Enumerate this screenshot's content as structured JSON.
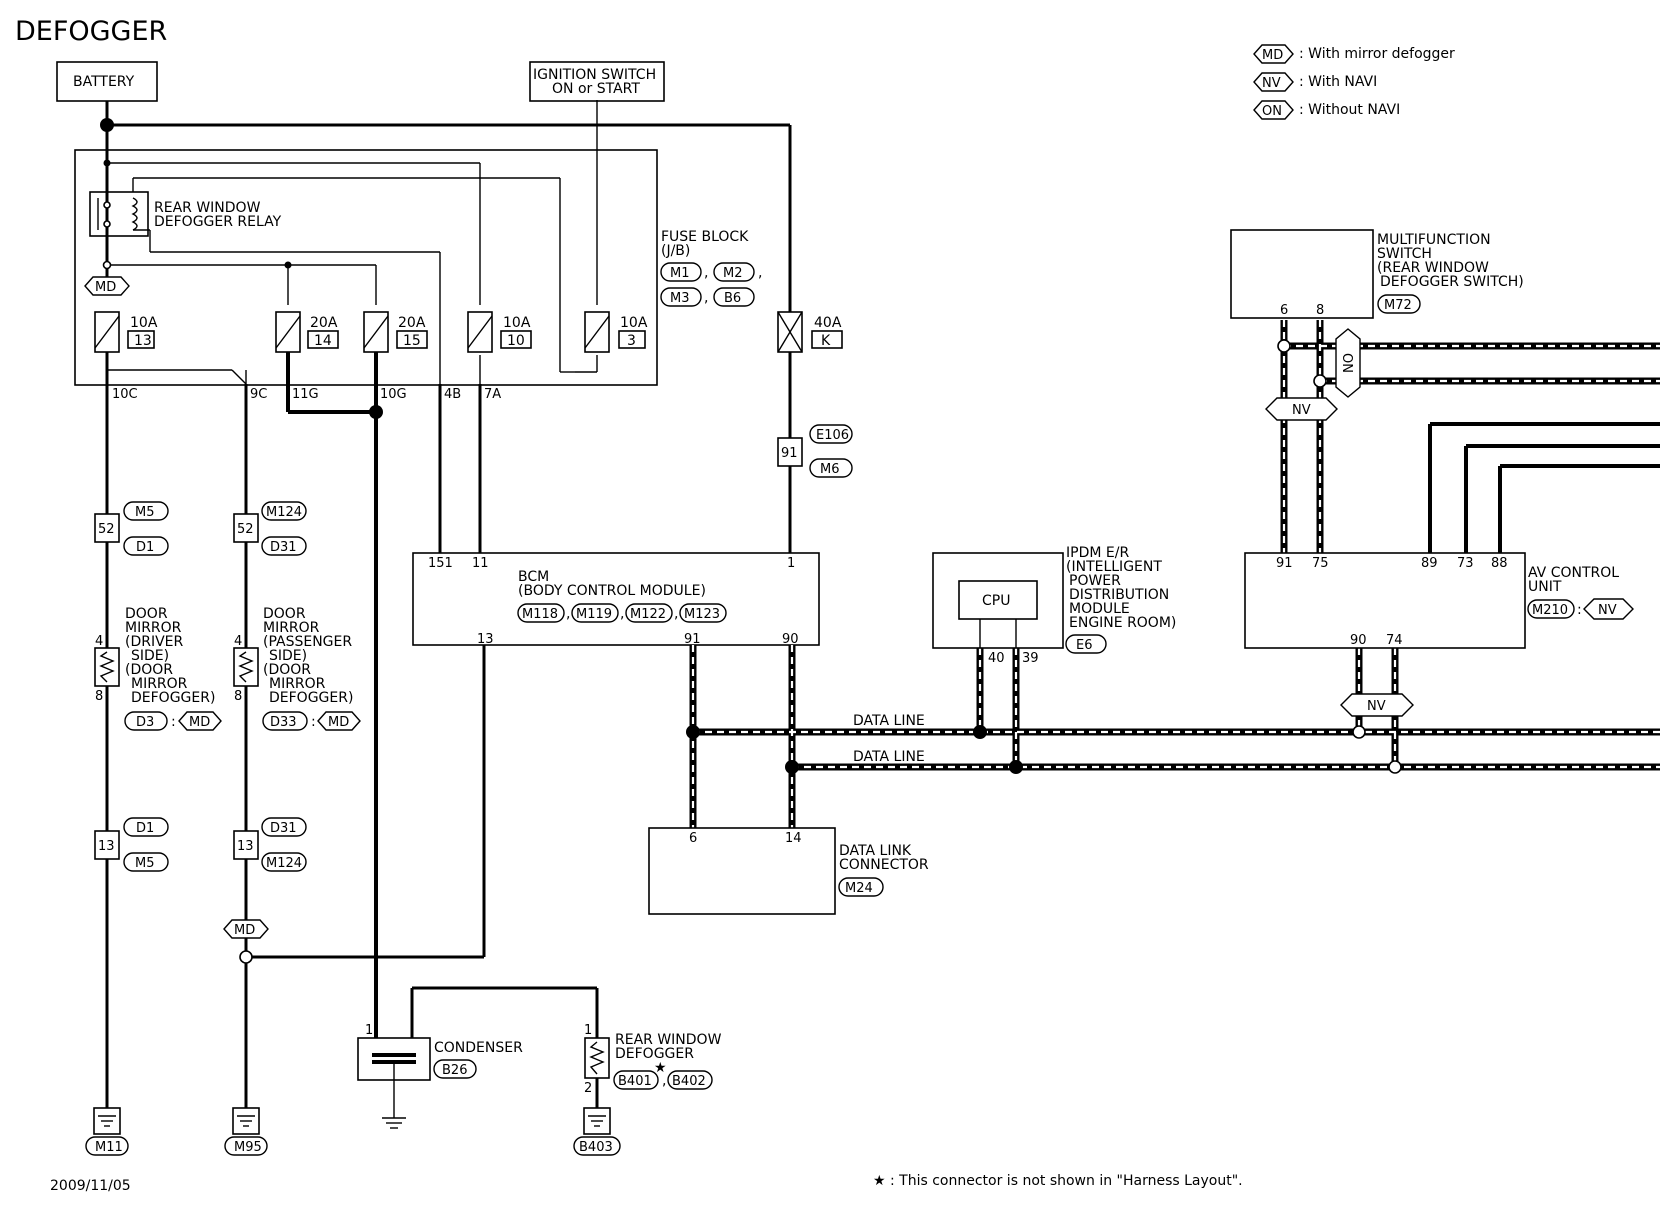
{
  "title": "DEFOGGER",
  "date": "2009/11/05",
  "footnote": "★ : This connector is not shown in \"Harness Layout\".",
  "legend": [
    {
      "code": "MD",
      "text": ": With mirror defogger"
    },
    {
      "code": "NV",
      "text": ": With NAVI"
    },
    {
      "code": "ON",
      "text": ": Without NAVI"
    }
  ],
  "battery": "BATTERY",
  "ignition": {
    "line1": "IGNITION SWITCH",
    "line2": "ON or START"
  },
  "relay": {
    "line1": "REAR WINDOW",
    "line2": "DEFOGGER RELAY"
  },
  "fuse_block": {
    "line1": "FUSE BLOCK",
    "line2": "(J/B)",
    "connectors": [
      "M1",
      "M2",
      "M3",
      "B6"
    ],
    "fuses": [
      {
        "amp": "10A",
        "num": "13"
      },
      {
        "amp": "20A",
        "num": "14"
      },
      {
        "amp": "20A",
        "num": "15"
      },
      {
        "amp": "10A",
        "num": "10"
      },
      {
        "amp": "10A",
        "num": "3"
      }
    ],
    "pins": [
      "10C",
      "9C",
      "11G",
      "10G",
      "4B",
      "7A"
    ]
  },
  "fusible_link": {
    "amp": "40A",
    "num": "K"
  },
  "e106": {
    "pin": "91",
    "top": "E106",
    "bottom": "M6"
  },
  "bcm": {
    "line1": "BCM",
    "line2": "(BODY CONTROL MODULE)",
    "connectors": [
      "M118",
      "M119",
      "M122",
      "M123"
    ],
    "pins_top": [
      "151",
      "11",
      "1"
    ],
    "pins_bottom": [
      "13",
      "91",
      "90"
    ]
  },
  "mirror_driver": {
    "lines": [
      "DOOR",
      "MIRROR",
      "(DRIVER",
      "SIDE)",
      "(DOOR",
      "MIRROR",
      "DEFOGGER)"
    ],
    "conn": "D3",
    "pin_top": "4",
    "pin_bottom": "8",
    "jc_top": {
      "pin": "52",
      "top": "M5",
      "bottom": "D1"
    },
    "jc_bottom": {
      "pin": "13",
      "top": "D1",
      "bottom": "M5"
    },
    "ground": "M11"
  },
  "mirror_pass": {
    "lines": [
      "DOOR",
      "MIRROR",
      "(PASSENGER",
      "SIDE)",
      "(DOOR",
      "MIRROR",
      "DEFOGGER)"
    ],
    "conn": "D33",
    "pin_top": "4",
    "pin_bottom": "8",
    "jc_top": {
      "pin": "52",
      "top": "M124",
      "bottom": "D31"
    },
    "jc_bottom": {
      "pin": "13",
      "top": "D31",
      "bottom": "M124"
    },
    "ground": "M95"
  },
  "condenser": {
    "name": "CONDENSER",
    "conn": "B26",
    "pin": "1"
  },
  "rear_defogger": {
    "line1": "REAR WINDOW",
    "line2": "DEFOGGER",
    "conn1": "B401",
    "conn2": "B402",
    "pin_top": "1",
    "pin_bottom": "2",
    "ground": "B403"
  },
  "dlc": {
    "line1": "DATA LINK",
    "line2": "CONNECTOR",
    "conn": "M24",
    "pins": [
      "6",
      "14"
    ]
  },
  "data_line": "DATA LINE",
  "ipdm": {
    "lines": [
      "IPDM E/R",
      "(INTELLIGENT",
      "POWER",
      "DISTRIBUTION",
      "MODULE",
      "ENGINE ROOM)"
    ],
    "conn": "E6",
    "cpu": "CPU",
    "pins": [
      "40",
      "39"
    ]
  },
  "mfs": {
    "lines": [
      "MULTIFUNCTION",
      "SWITCH",
      "(REAR WINDOW",
      "DEFOGGER SWITCH)"
    ],
    "conn": "M72",
    "pins": [
      "6",
      "8"
    ]
  },
  "av": {
    "line1": "AV CONTROL",
    "line2": "UNIT",
    "conn": "M210",
    "variant": "NV",
    "pins_top": [
      "91",
      "75",
      "89",
      "73",
      "88"
    ],
    "pins_bottom": [
      "90",
      "74"
    ]
  },
  "option_tags": {
    "md": "MD",
    "nv": "NV",
    "on": "ON"
  }
}
